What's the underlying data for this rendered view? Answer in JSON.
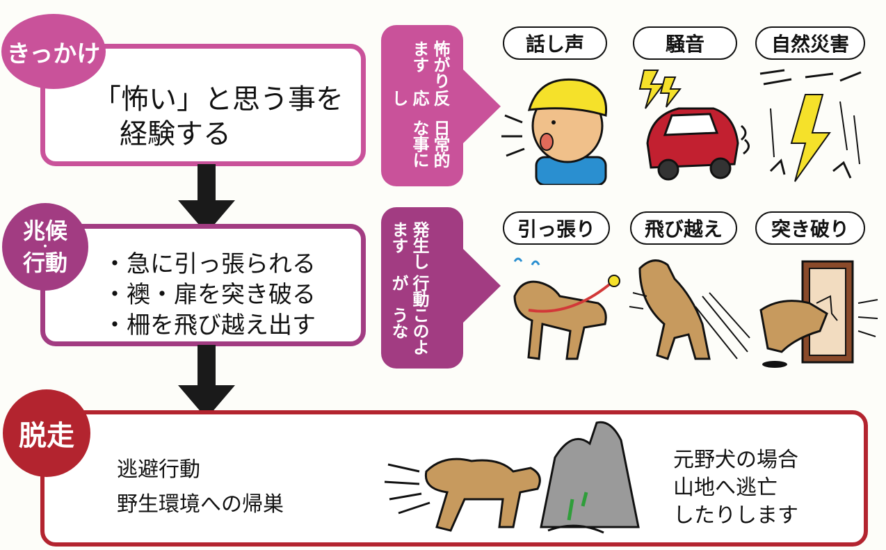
{
  "colors": {
    "stage1": "#c9529a",
    "stage2": "#a23c82",
    "stage3": "#b3242f",
    "arrow": "#1a1a1a"
  },
  "stage1": {
    "badge": "きっかけ",
    "text_line1": "「怖い」と思う事を",
    "text_line2": "経験する",
    "side_note": [
      "日常的な事に",
      "反応し",
      "怖がります"
    ],
    "examples": [
      "話し声",
      "騒音",
      "自然災害"
    ]
  },
  "stage2": {
    "badge_line1": "兆候",
    "badge_dot": "・",
    "badge_line2": "行動",
    "items": [
      "・急に引っ張られる",
      "・襖・扉を突き破る",
      "・柵を飛び越え出す"
    ],
    "side_note": [
      "このような",
      "行動が",
      "発生します"
    ],
    "examples": [
      "引っ張り",
      "飛び越え",
      "突き破り"
    ]
  },
  "stage3": {
    "badge": "脱走",
    "left_line1": "逃避行動",
    "left_line2": "野生環境への帰巣",
    "right_line1": "元野犬の場合",
    "right_line2": "山地へ逃亡",
    "right_line3": "したりします"
  }
}
